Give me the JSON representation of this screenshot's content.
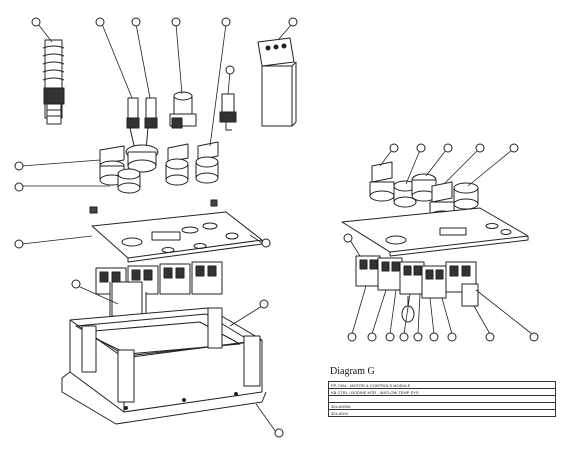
{
  "title_block": {
    "diagram_label": "Diagram G",
    "rows": [
      "PP-7404 - MOTOR & CONTROLS MODULE",
      "KB CTRL / BODINE MTR - WATLOW TEMP SYS",
      "",
      "304-6000A",
      "304-6004"
    ]
  },
  "callout_numbers": []
}
